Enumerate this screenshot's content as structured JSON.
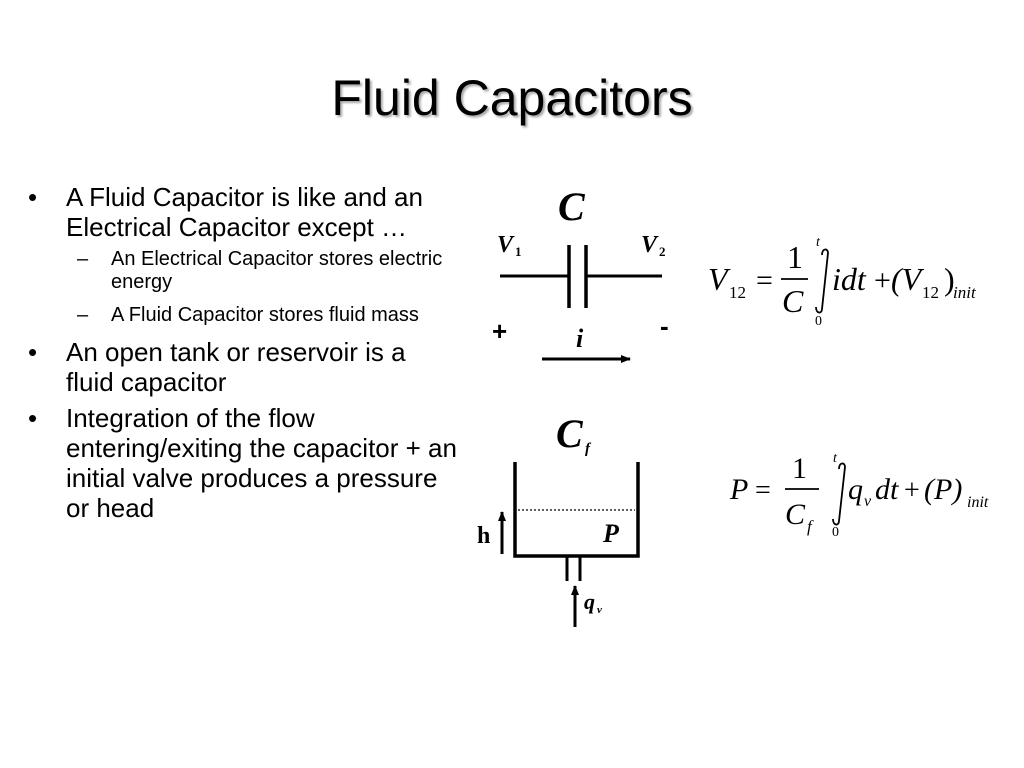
{
  "slide": {
    "title": "Fluid Capacitors",
    "bullets": [
      {
        "text": "A Fluid Capacitor is like and an Electrical Capacitor except …",
        "sub": [
          "An Electrical Capacitor stores electric energy",
          "A Fluid Capacitor stores fluid mass"
        ]
      },
      {
        "text": "An open tank or reservoir is a fluid capacitor"
      },
      {
        "text": "Integration of the flow entering/exiting the capacitor + an initial valve produces a pressure or head"
      }
    ],
    "bullet_symbol": "•",
    "dash_symbol": "–"
  },
  "electrical_diagram": {
    "label_c": "C",
    "label_v1": "V",
    "label_v1_sub": "1",
    "label_v2": "V",
    "label_v2_sub": "2",
    "plus": "+",
    "minus": "-",
    "label_i": "i"
  },
  "electrical_equation": {
    "lhs": "V",
    "lhs_sub": "12",
    "equals": "=",
    "numerator": "1",
    "denominator": "C",
    "upper_limit": "t",
    "lower_limit": "0",
    "integrand": "idt",
    "plus": "+",
    "init_term": "(V",
    "init_sub": "12",
    "init_close": ")",
    "init_label": "init"
  },
  "fluid_diagram": {
    "label_c": "C",
    "label_c_sub": "f",
    "label_h": "h",
    "label_p": "P",
    "label_q": "q",
    "label_q_sub": "v"
  },
  "fluid_equation": {
    "lhs": "P",
    "equals": "=",
    "numerator": "1",
    "denominator": "C",
    "denominator_sub": "f",
    "upper_limit": "t",
    "lower_limit": "0",
    "integrand_q": "q",
    "integrand_sub": "v",
    "integrand_dt": "dt",
    "plus": "+",
    "init_term": "(P)",
    "init_label": "init"
  }
}
